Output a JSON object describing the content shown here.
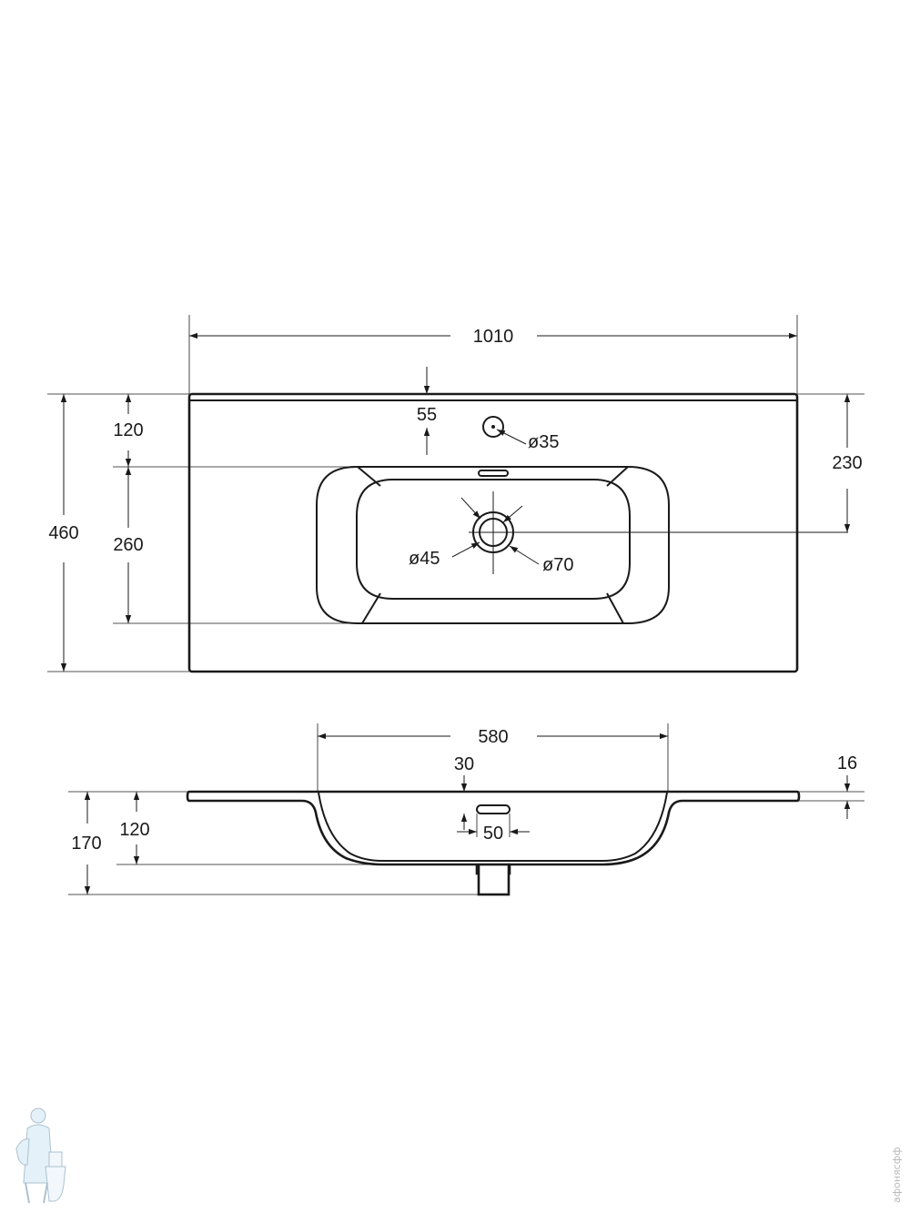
{
  "top_view": {
    "overall_width": "1010",
    "overall_depth": "460",
    "faucet_hole_from_back_edge": "120",
    "bowl_depth": "260",
    "drain_from_back_edge": "230",
    "overflow_offset": "55",
    "faucet_hole_diameter": "ø35",
    "drain_inner_diameter": "ø45",
    "drain_outer_diameter": "ø70"
  },
  "side_view": {
    "bowl_width": "580",
    "overflow_offset": "30",
    "overflow_slot_width": "50",
    "top_thickness": "16",
    "bowl_depth": "120",
    "total_height": "170"
  },
  "watermark": {
    "site": "aфонясфф",
    "icon": "plumber-mascot-icon"
  }
}
